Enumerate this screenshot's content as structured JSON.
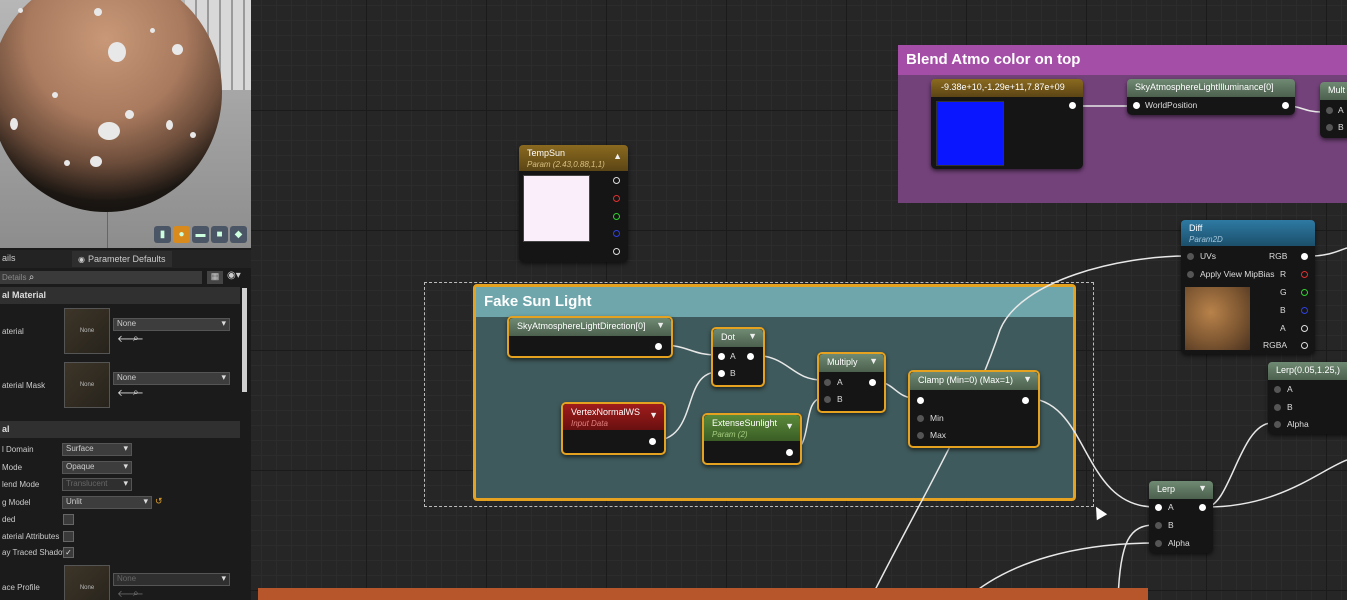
{
  "viewport": {
    "icons": [
      "cylinder-icon",
      "sphere-icon",
      "plane-icon",
      "cube-icon",
      "teapot-icon"
    ]
  },
  "tabs": {
    "details": "ails",
    "parameter_defaults": "Parameter Defaults"
  },
  "search": {
    "placeholder": "Details"
  },
  "details": {
    "category_physical": "al Material",
    "physical_material_label": "aterial",
    "physical_material_mask_label": "aterial Mask",
    "thumb_none": "None",
    "dropdown_none": "None",
    "category_material": "al",
    "domain_label": "l Domain",
    "domain_value": "Surface",
    "blend_mode_label": "Mode",
    "blend_mode_value": "Opaque",
    "decal_blend_label": "lend Mode",
    "decal_blend_value": "Translucent",
    "shading_label": "g Model",
    "shading_value": "Unlit",
    "twosided_label": "ded",
    "attributes_label": "aterial Attributes",
    "raytraced_label": "ay Traced Shadow",
    "surface_profile_label": "ace Profile"
  },
  "comments": {
    "blend": "Blend Atmo color on top",
    "fakesun": "Fake Sun Light"
  },
  "nodes": {
    "const_vec": "-9.38e+10,-1.29e+11,7.87e+09",
    "sky_illum": "SkyAtmosphereLightIlluminance[0]",
    "world_position": "WorldPosition",
    "mult_partial": "Mult",
    "pin_a": "A",
    "pin_b": "B",
    "tempsun_title": "TempSun",
    "tempsun_sub": "Param (2.43,0.88,1,1)",
    "diff_title": "Diff",
    "diff_sub": "Param2D",
    "uvs": "UVs",
    "apply_mip": "Apply View MipBias",
    "rgb": "RGB",
    "r": "R",
    "g": "G",
    "b": "B",
    "a": "A",
    "rgba": "RGBA",
    "sky_dir": "SkyAtmosphereLightDirection[0]",
    "dot": "Dot",
    "multiply": "Multiply",
    "clamp": "Clamp (Min=0) (Max=1)",
    "min": "Min",
    "max": "Max",
    "vertex_title": "VertexNormalWS",
    "vertex_sub": "Input Data",
    "extense_title": "ExtenseSunlight",
    "extense_sub": "Param (2)",
    "lerp_param": "Lerp(0.05,1.25,)",
    "alpha": "Alpha",
    "lerp": "Lerp"
  },
  "colors": {
    "blend_comment": "#8e4a8e",
    "fakesun_comment": "#5e8f94",
    "selection": "#e5a221",
    "const_swatch": "#0a16ff",
    "tempsun_swatch": "#fbeefb"
  }
}
